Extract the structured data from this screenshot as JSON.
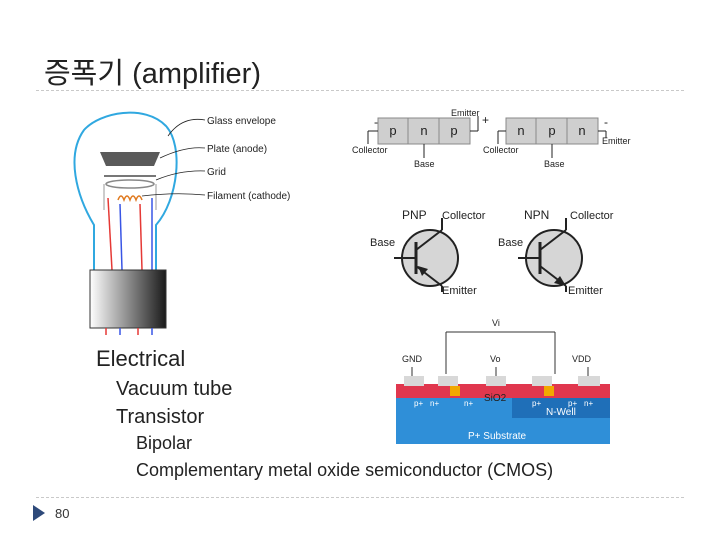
{
  "slide": {
    "title": "증폭기 (amplifier)",
    "page_number": "80"
  },
  "bullet_marker": "",
  "bullets": {
    "l1": "Electrical",
    "l2_vacuum": "Vacuum tube",
    "l2_transistor": "Transistor",
    "l3_bipolar": "Bipolar",
    "l3_cmos": "Complementary metal oxide semiconductor (CMOS)"
  },
  "vacuum_tube_figure": {
    "labels": [
      "Glass envelope",
      "Plate (anode)",
      "Grid",
      "Filament (cathode)"
    ]
  },
  "bjt_figure": {
    "pnp_layers": [
      "p",
      "n",
      "p"
    ],
    "npn_layers": [
      "n",
      "p",
      "n"
    ],
    "emitter": "Emitter",
    "collector": "Collector",
    "base": "Base",
    "pnp": "PNP",
    "npn": "NPN",
    "minus": "-",
    "plus": "+"
  },
  "cmos_figure": {
    "vi": "Vi",
    "gnd": "GND",
    "vo": "Vo",
    "vdd": "VDD",
    "p_plus": "p+",
    "n_plus": "n+",
    "sio2": "SiO2",
    "nwell": "N-Well",
    "substrate": "P+ Substrate"
  },
  "colors": {
    "accent": "#2e4a7a",
    "substrate": "#2f8fd8",
    "oxide": "#e0374e",
    "contact": "#f2a800"
  }
}
